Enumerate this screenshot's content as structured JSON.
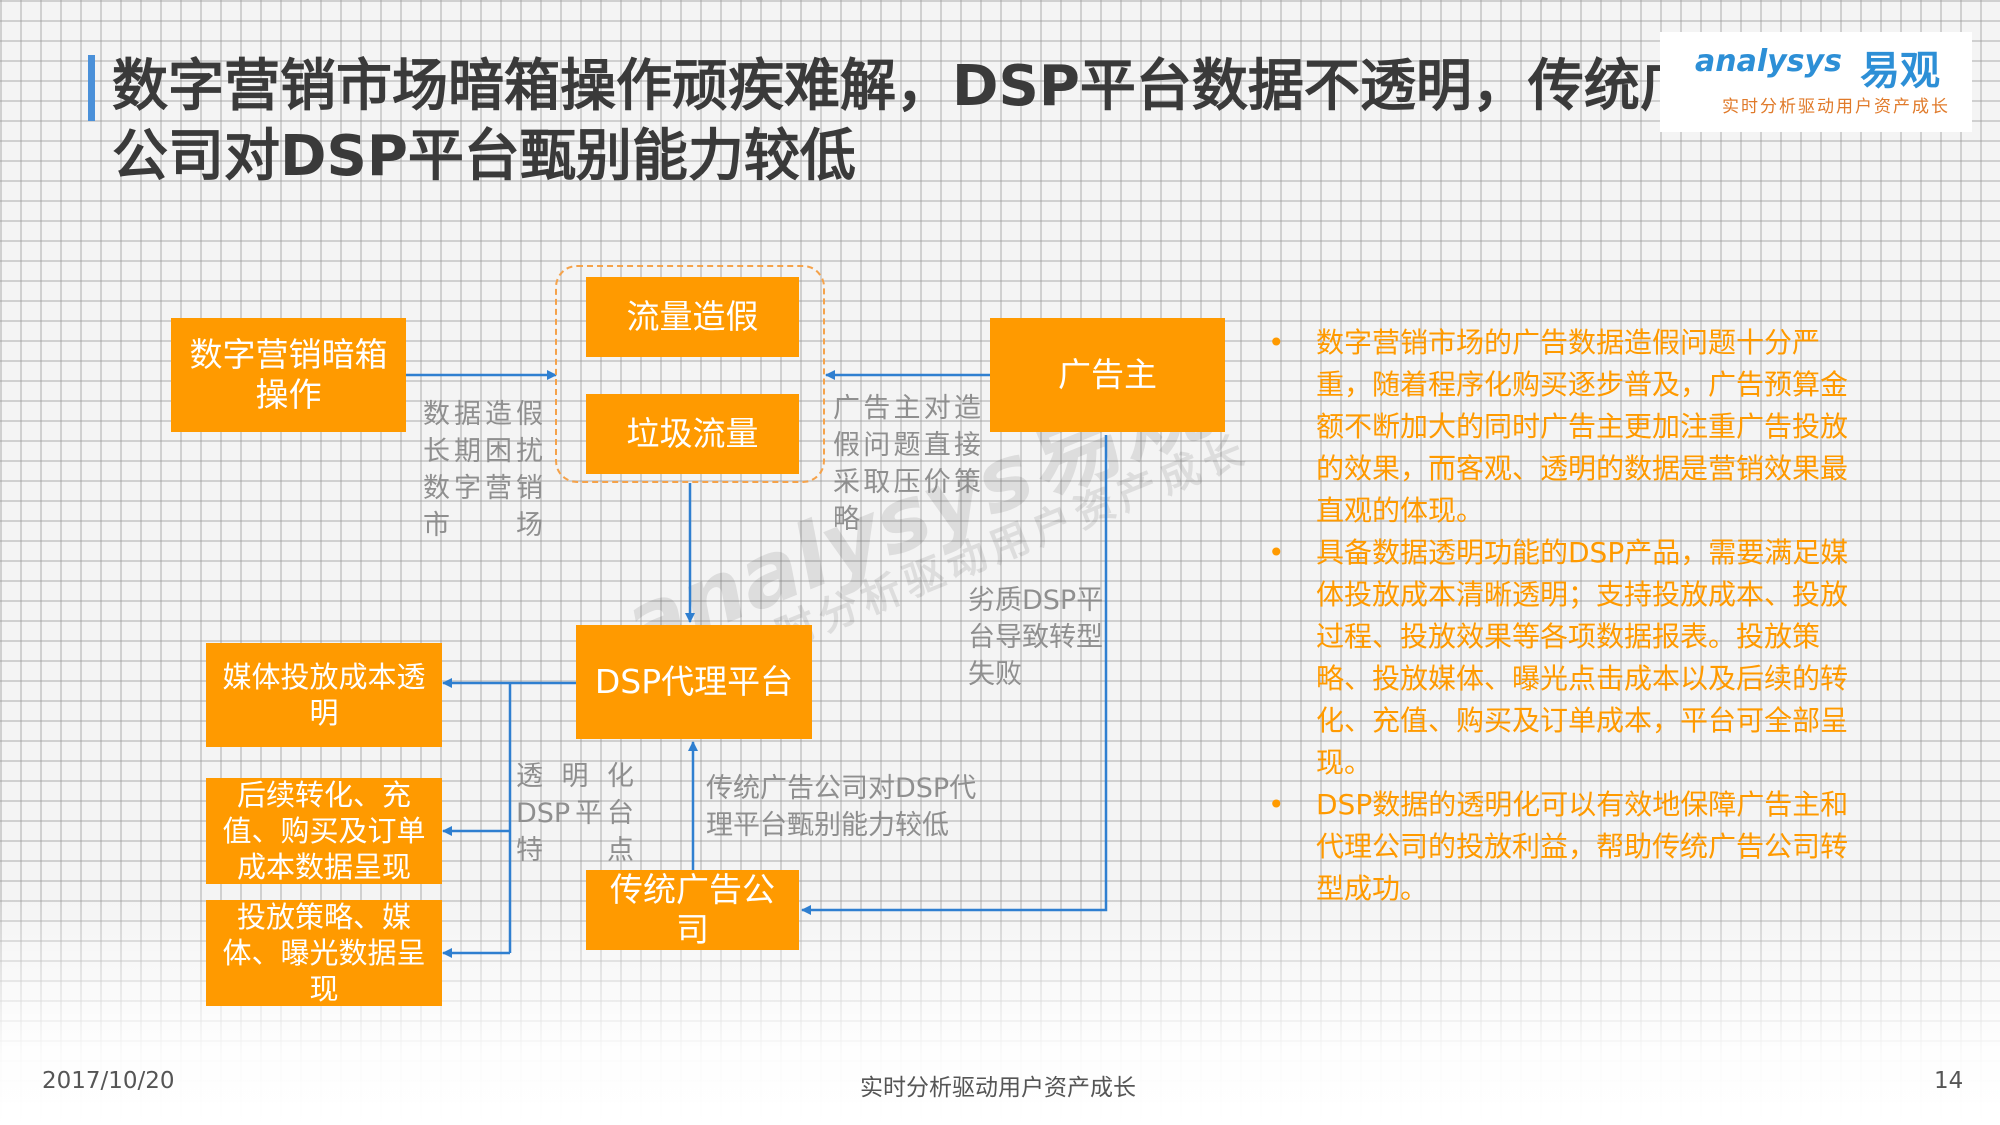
{
  "title": {
    "line1": "数字营销市场暗箱操作顽疾难解，DSP平台数据不透明，传统广告",
    "line2": "公司对DSP平台甄别能力较低"
  },
  "logo": {
    "brand_en": "analysys",
    "brand_cn": "易观",
    "slogan": "实时分析驱动用户资产成长"
  },
  "boxes": {
    "dark_ops": "数字营销暗箱操作",
    "traffic_fake": "流量造假",
    "junk_traffic": "垃圾流量",
    "advertiser": "广告主",
    "dsp": "DSP代理平台",
    "media_cost": "媒体投放成本透明",
    "conversion": "后续转化、充值、购买及订单成本数据呈现",
    "strategy": "投放策略、媒体、曝光数据呈现",
    "traditional": "传统广告公司"
  },
  "labels": {
    "dark_ops_note": "数据造假长期困扰数字营销市场",
    "advertiser_note": "广告主对造假问题直接采取压价策略",
    "inferior_note": "劣质DSP平台导致转型失败",
    "transparent_note": "透明化DSP平台特点",
    "traditional_note": "传统广告公司对DSP代理平台甄别能力较低"
  },
  "bullets": [
    "数字营销市场的广告数据造假问题十分严重，随着程序化购买逐步普及，广告预算金额不断加大的同时广告主更加注重广告投放的效果，而客观、透明的数据是营销效果最直观的体现。",
    "具备数据透明功能的DSP产品，需要满足媒体投放成本清晰透明；支持投放成本、投放过程、投放效果等各项数据报表。投放策略、投放媒体、曝光点击成本以及后续的转化、充值、购买及订单成本，平台可全部呈现。",
    "DSP数据的透明化可以有效地保障广告主和代理公司的投放利益，帮助传统广告公司转型成功。"
  ],
  "watermark": {
    "en": "analysys",
    "cn": "易观",
    "sub": "实时分析驱动用户资产成长"
  },
  "footer": {
    "date": "2017/10/20",
    "slogan": "实时分析驱动用户资产成长",
    "page": "14"
  },
  "colors": {
    "orange": "#ff9a00",
    "arrow": "#2f7fd0",
    "title": "#3a3a3a",
    "note": "#8f8f8f",
    "brand": "#2d8fd6"
  }
}
